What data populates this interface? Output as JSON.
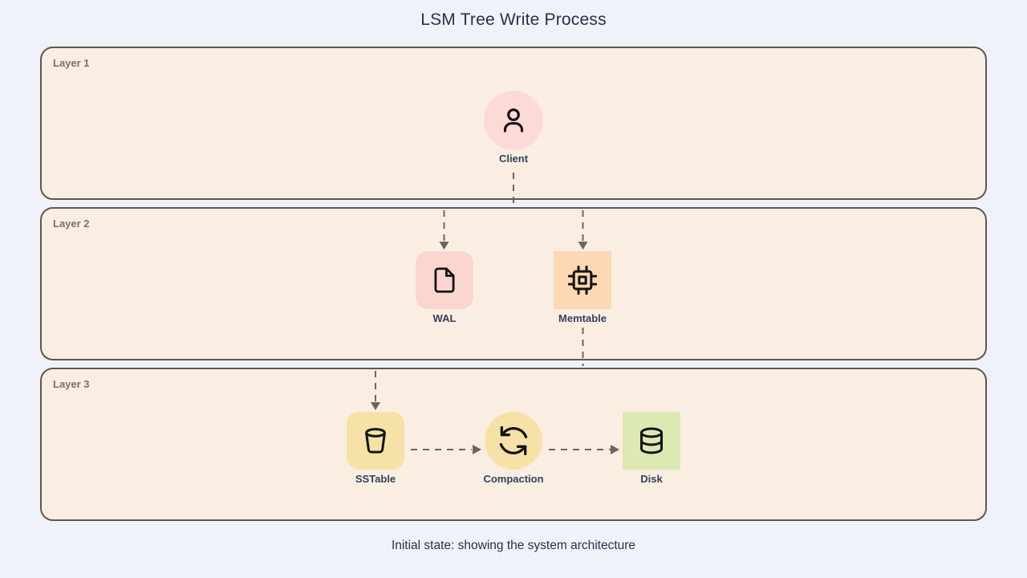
{
  "title": "LSM Tree Write Process",
  "caption": "Initial state: showing the system architecture",
  "layers": [
    {
      "label": "Layer 1"
    },
    {
      "label": "Layer 2"
    },
    {
      "label": "Layer 3"
    }
  ],
  "nodes": {
    "client": {
      "label": "Client",
      "icon": "user-icon",
      "shape": "circle",
      "color": "#fcdbd6"
    },
    "wal": {
      "label": "WAL",
      "icon": "file-icon",
      "shape": "rounded-square",
      "color": "#fbd6ce"
    },
    "memtable": {
      "label": "Memtable",
      "icon": "cpu-icon",
      "shape": "square",
      "color": "#fcd8b4"
    },
    "sstable": {
      "label": "SSTable",
      "icon": "bucket-icon",
      "shape": "rounded-square",
      "color": "#f6e2a7"
    },
    "compaction": {
      "label": "Compaction",
      "icon": "refresh-icon",
      "shape": "circle",
      "color": "#f6e2a7"
    },
    "disk": {
      "label": "Disk",
      "icon": "database-icon",
      "shape": "square",
      "color": "#dde9b2"
    }
  },
  "edges": [
    {
      "from": "client",
      "to": "wal",
      "style": "dashed-arrow"
    },
    {
      "from": "client",
      "to": "memtable",
      "style": "dashed-arrow"
    },
    {
      "from": "memtable",
      "to": "sstable",
      "style": "dashed-arrow"
    },
    {
      "from": "sstable",
      "to": "compaction",
      "style": "dashed-arrow"
    },
    {
      "from": "compaction",
      "to": "disk",
      "style": "dashed-arrow"
    }
  ],
  "colors": {
    "page_background": "#eff3f9",
    "layer_background": "#faeee3",
    "layer_border": "#5f584c",
    "layer_label": "#7b7164",
    "edge": "#6d6558",
    "node_label": "#33415a",
    "title_text": "#243249"
  }
}
